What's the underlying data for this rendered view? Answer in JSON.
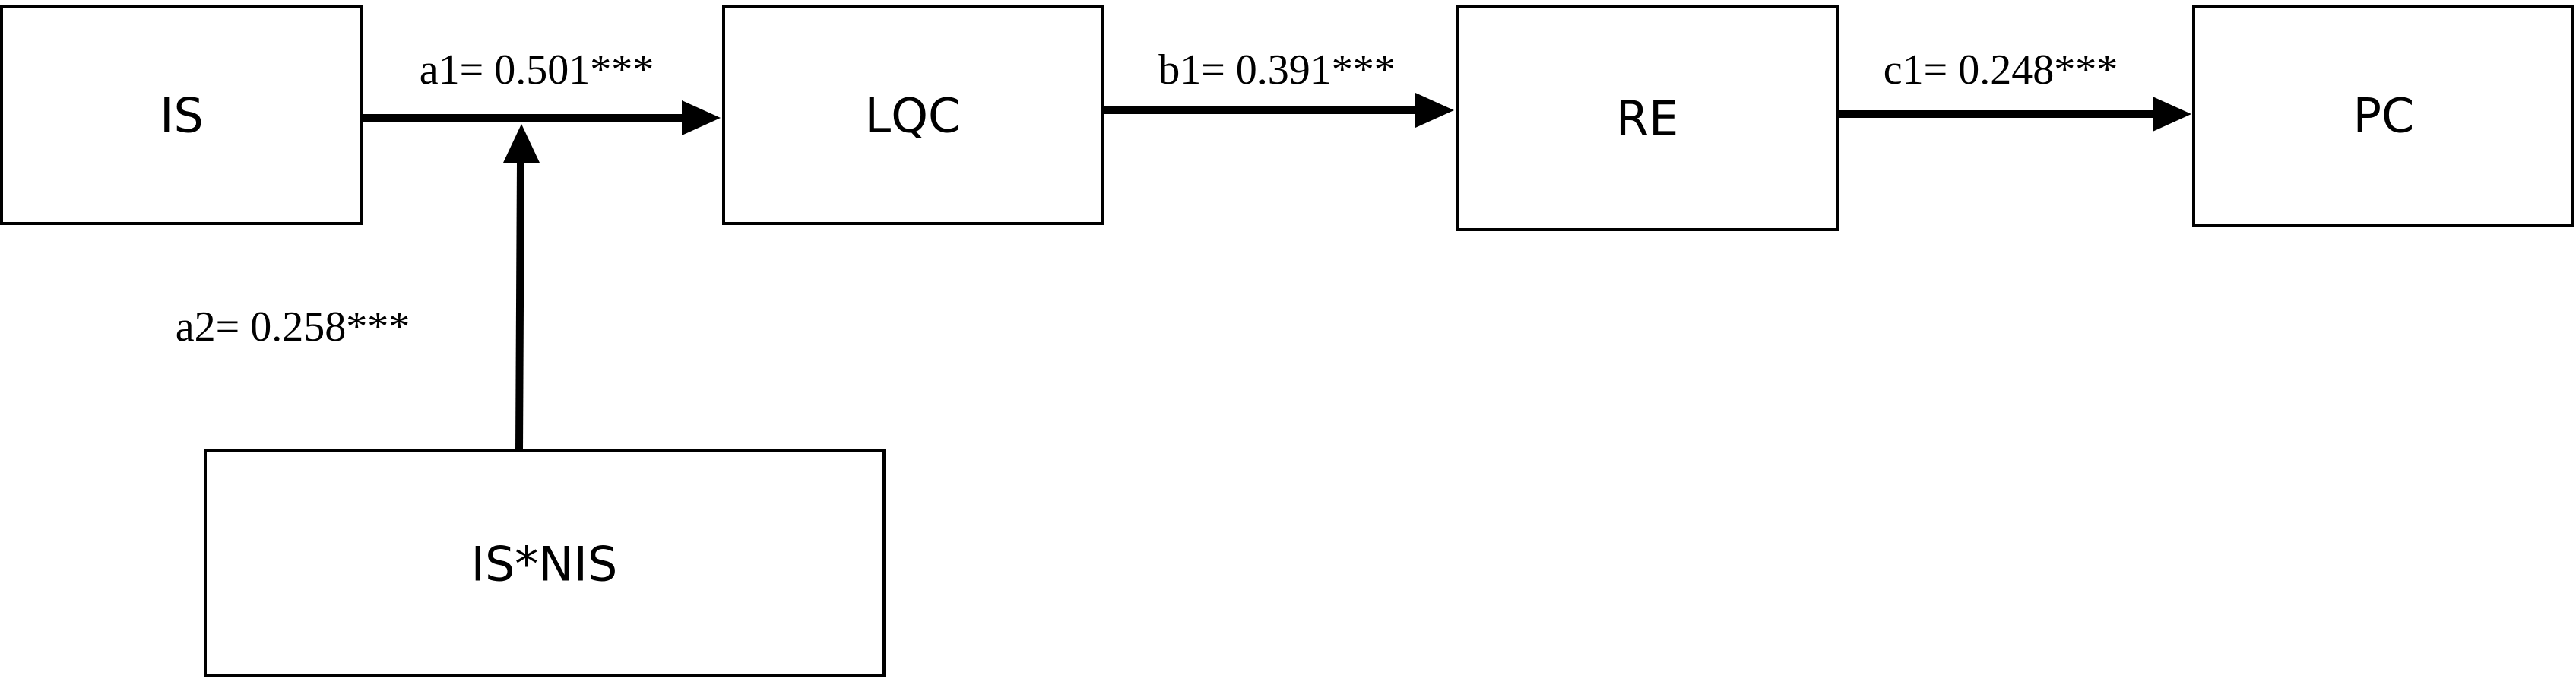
{
  "nodes": {
    "is": {
      "label": "IS"
    },
    "lqc": {
      "label": "LQC"
    },
    "re": {
      "label": "RE"
    },
    "pc": {
      "label": "PC"
    },
    "is_nis": {
      "label": "IS*NIS"
    }
  },
  "edges": {
    "is_to_lqc": {
      "label": "a1= 0.501***"
    },
    "lqc_to_re": {
      "label": "b1= 0.391***"
    },
    "re_to_pc": {
      "label": "c1= 0.248***"
    },
    "is_nis_to_path": {
      "label": "a2= 0.258***"
    }
  }
}
